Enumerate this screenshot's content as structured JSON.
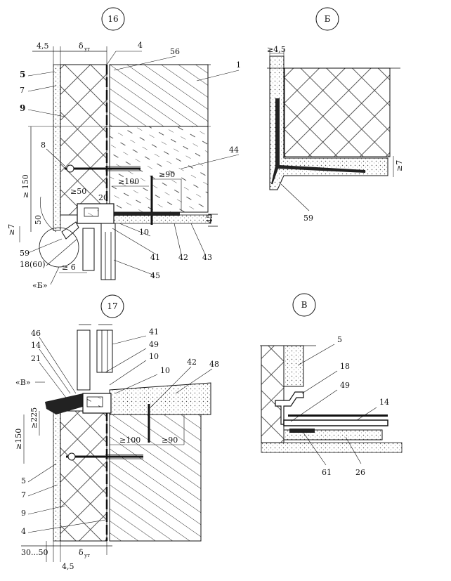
{
  "colors": {
    "ink": "#111111",
    "paper": "#ffffff",
    "insulation_hatch": "#444444",
    "concrete_hatch": "#333333",
    "plaster_dots": "#555555"
  },
  "details": [
    {
      "id": "16",
      "marker": "16"
    },
    {
      "id": "B",
      "marker": "Б"
    },
    {
      "id": "17",
      "marker": "17"
    },
    {
      "id": "V",
      "marker": "В"
    }
  ],
  "labels_16": {
    "dim_45": "4,5",
    "dim_delta": "δ",
    "dim_delta_sub": "ут",
    "l4": "4",
    "l56": "56",
    "l1": "1",
    "l5": "5",
    "l7": "7",
    "l9": "9",
    "l8": "8",
    "l44": "44",
    "ge150": "≥ 150",
    "ge100": "≥100",
    "ge90": "≥90",
    "ge50a": "≥50",
    "l20": "20",
    "l50": "50",
    "ge7": "≥7",
    "l45dim": "45",
    "l59": "59",
    "l10": "10",
    "l18_60": "18(60)",
    "l41": "41",
    "l42": "42",
    "l43": "43",
    "ge6": "≥ 6",
    "ref_b": "«Б»",
    "l45": "45"
  },
  "labels_B": {
    "ge45": "≥4,5",
    "ge7": "≥7",
    "l59": "59"
  },
  "labels_17": {
    "l46": "46",
    "l14": "14",
    "l21": "21",
    "ref_v": "«В»",
    "ge225": "≥225",
    "ge150": "≥150",
    "l41": "41",
    "l49": "49",
    "l10a": "10",
    "l10b": "10",
    "l42": "42",
    "l48": "48",
    "ge100": "≥100",
    "ge90": "≥90",
    "l5": "5",
    "l7": "7",
    "l9": "9",
    "l4": "4",
    "dim_3050": "30...50",
    "dim_delta": "δ",
    "dim_delta_sub": "ут",
    "dim_45": "4,5"
  },
  "labels_V": {
    "l5": "5",
    "l18": "18",
    "l49": "49",
    "l14": "14",
    "l61": "61",
    "l26": "26"
  }
}
